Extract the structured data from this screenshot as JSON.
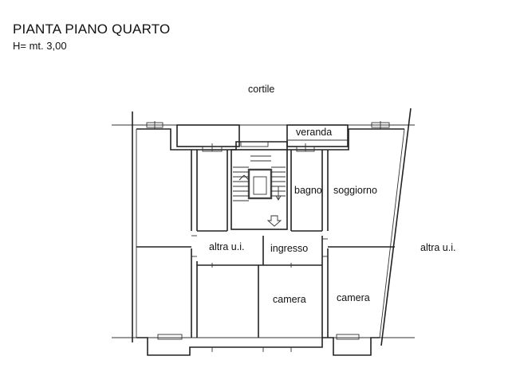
{
  "header": {
    "title": "PIANTA PIANO QUARTO",
    "subtitle": "H= mt. 3,00"
  },
  "labels": {
    "cortile": "cortile",
    "veranda": "veranda",
    "bagno": "bagno",
    "soggiorno": "soggiorno",
    "altra_ui_left": "altra u.i.",
    "ingresso": "ingresso",
    "altra_ui_right": "altra u.i.",
    "camera_left": "camera",
    "camera_right": "camera"
  }
}
